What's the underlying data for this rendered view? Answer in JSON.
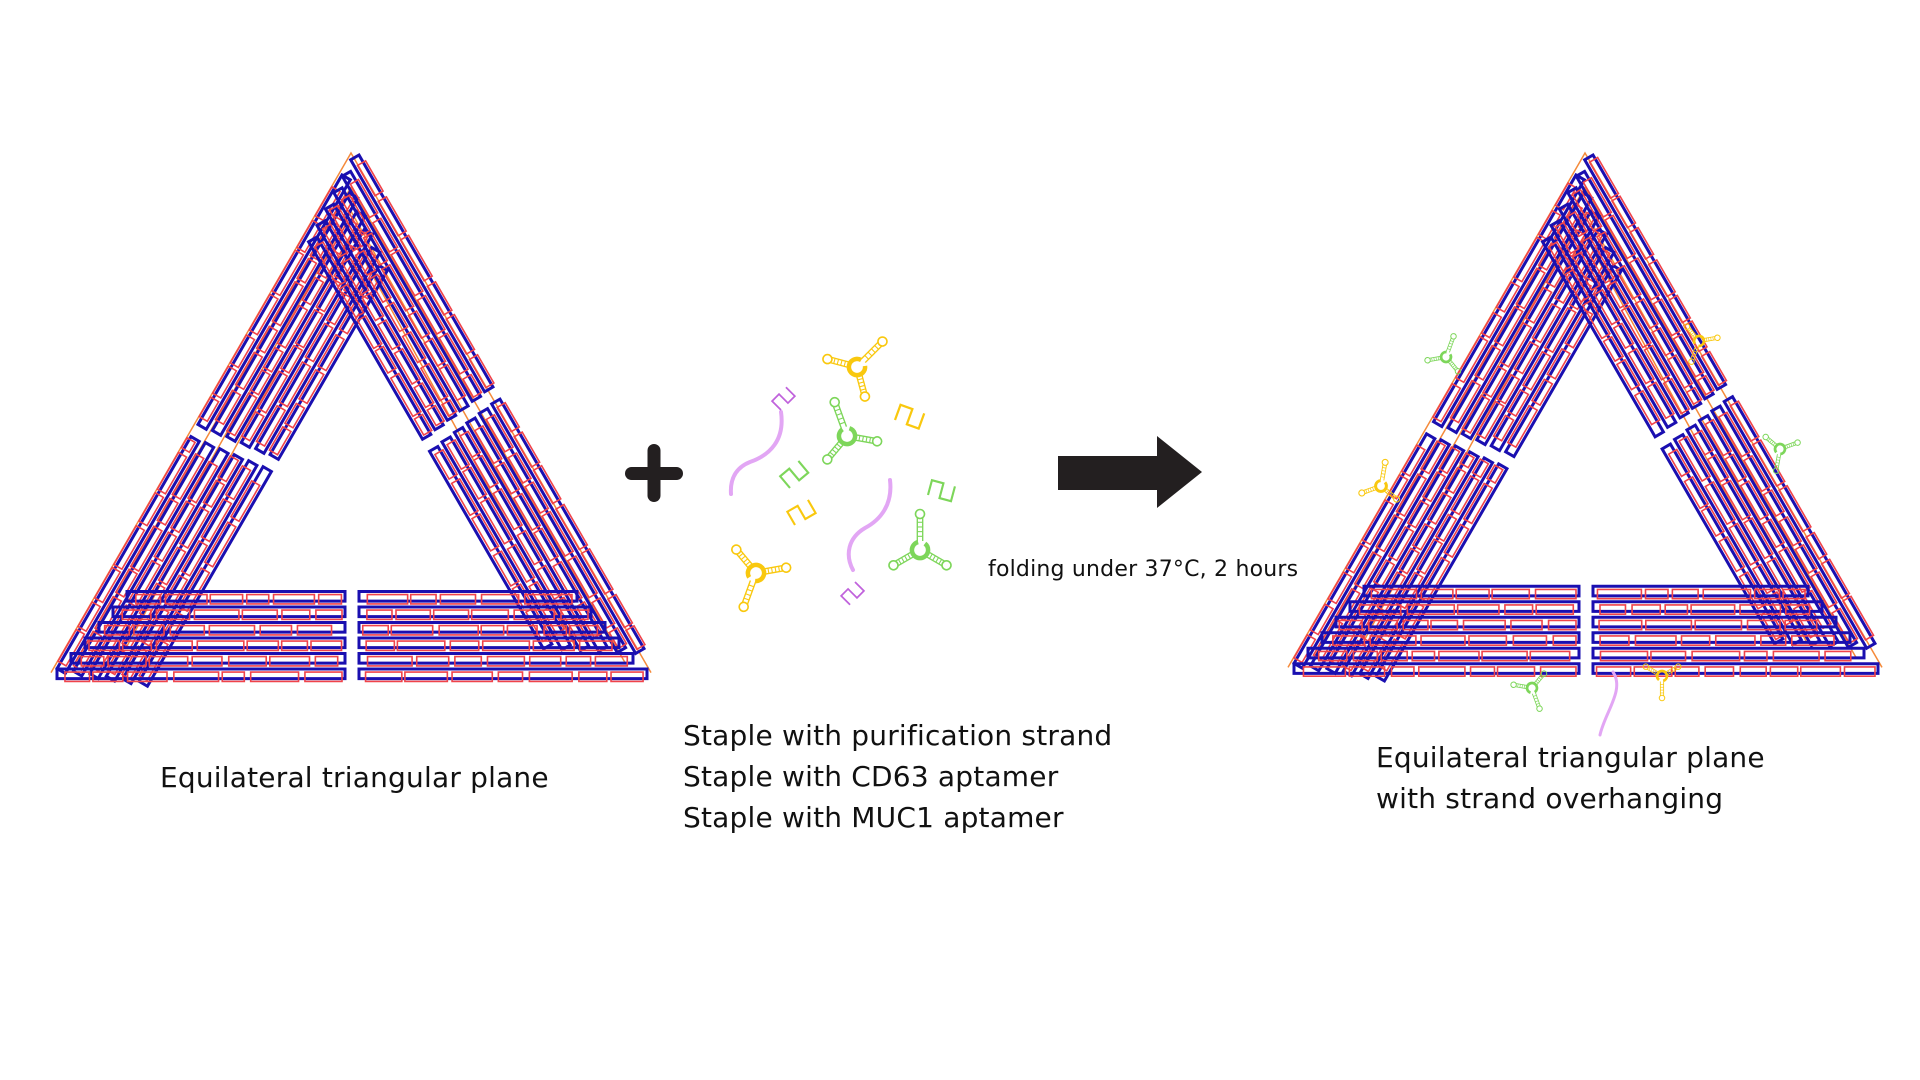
{
  "diagram": {
    "title": "DNA origami triangle assembly with functional staples",
    "left_panel": {
      "caption": "Equilateral triangular plane"
    },
    "operator_symbol": "plus-icon",
    "ingredients": {
      "items": [
        "Staple with purification strand",
        "Staple with CD63 aptamer",
        "Staple with MUC1 aptamer"
      ]
    },
    "reaction": {
      "arrow": "right-arrow-icon",
      "condition": "folding under 37°C, 2 hours"
    },
    "right_panel": {
      "caption_lines": [
        "Equilateral triangular plane",
        "with  strand overhanging"
      ]
    },
    "colors": {
      "scaffold": "#1a0fb0",
      "staple": "#f0434a",
      "contour": "#f58a3a",
      "purification_strand": "#e2a6f4",
      "purification_hook": "#c062dc",
      "cd63_aptamer": "#7dd65a",
      "muc1_aptamer": "#f9c80e",
      "symbol": "#231f20"
    }
  }
}
